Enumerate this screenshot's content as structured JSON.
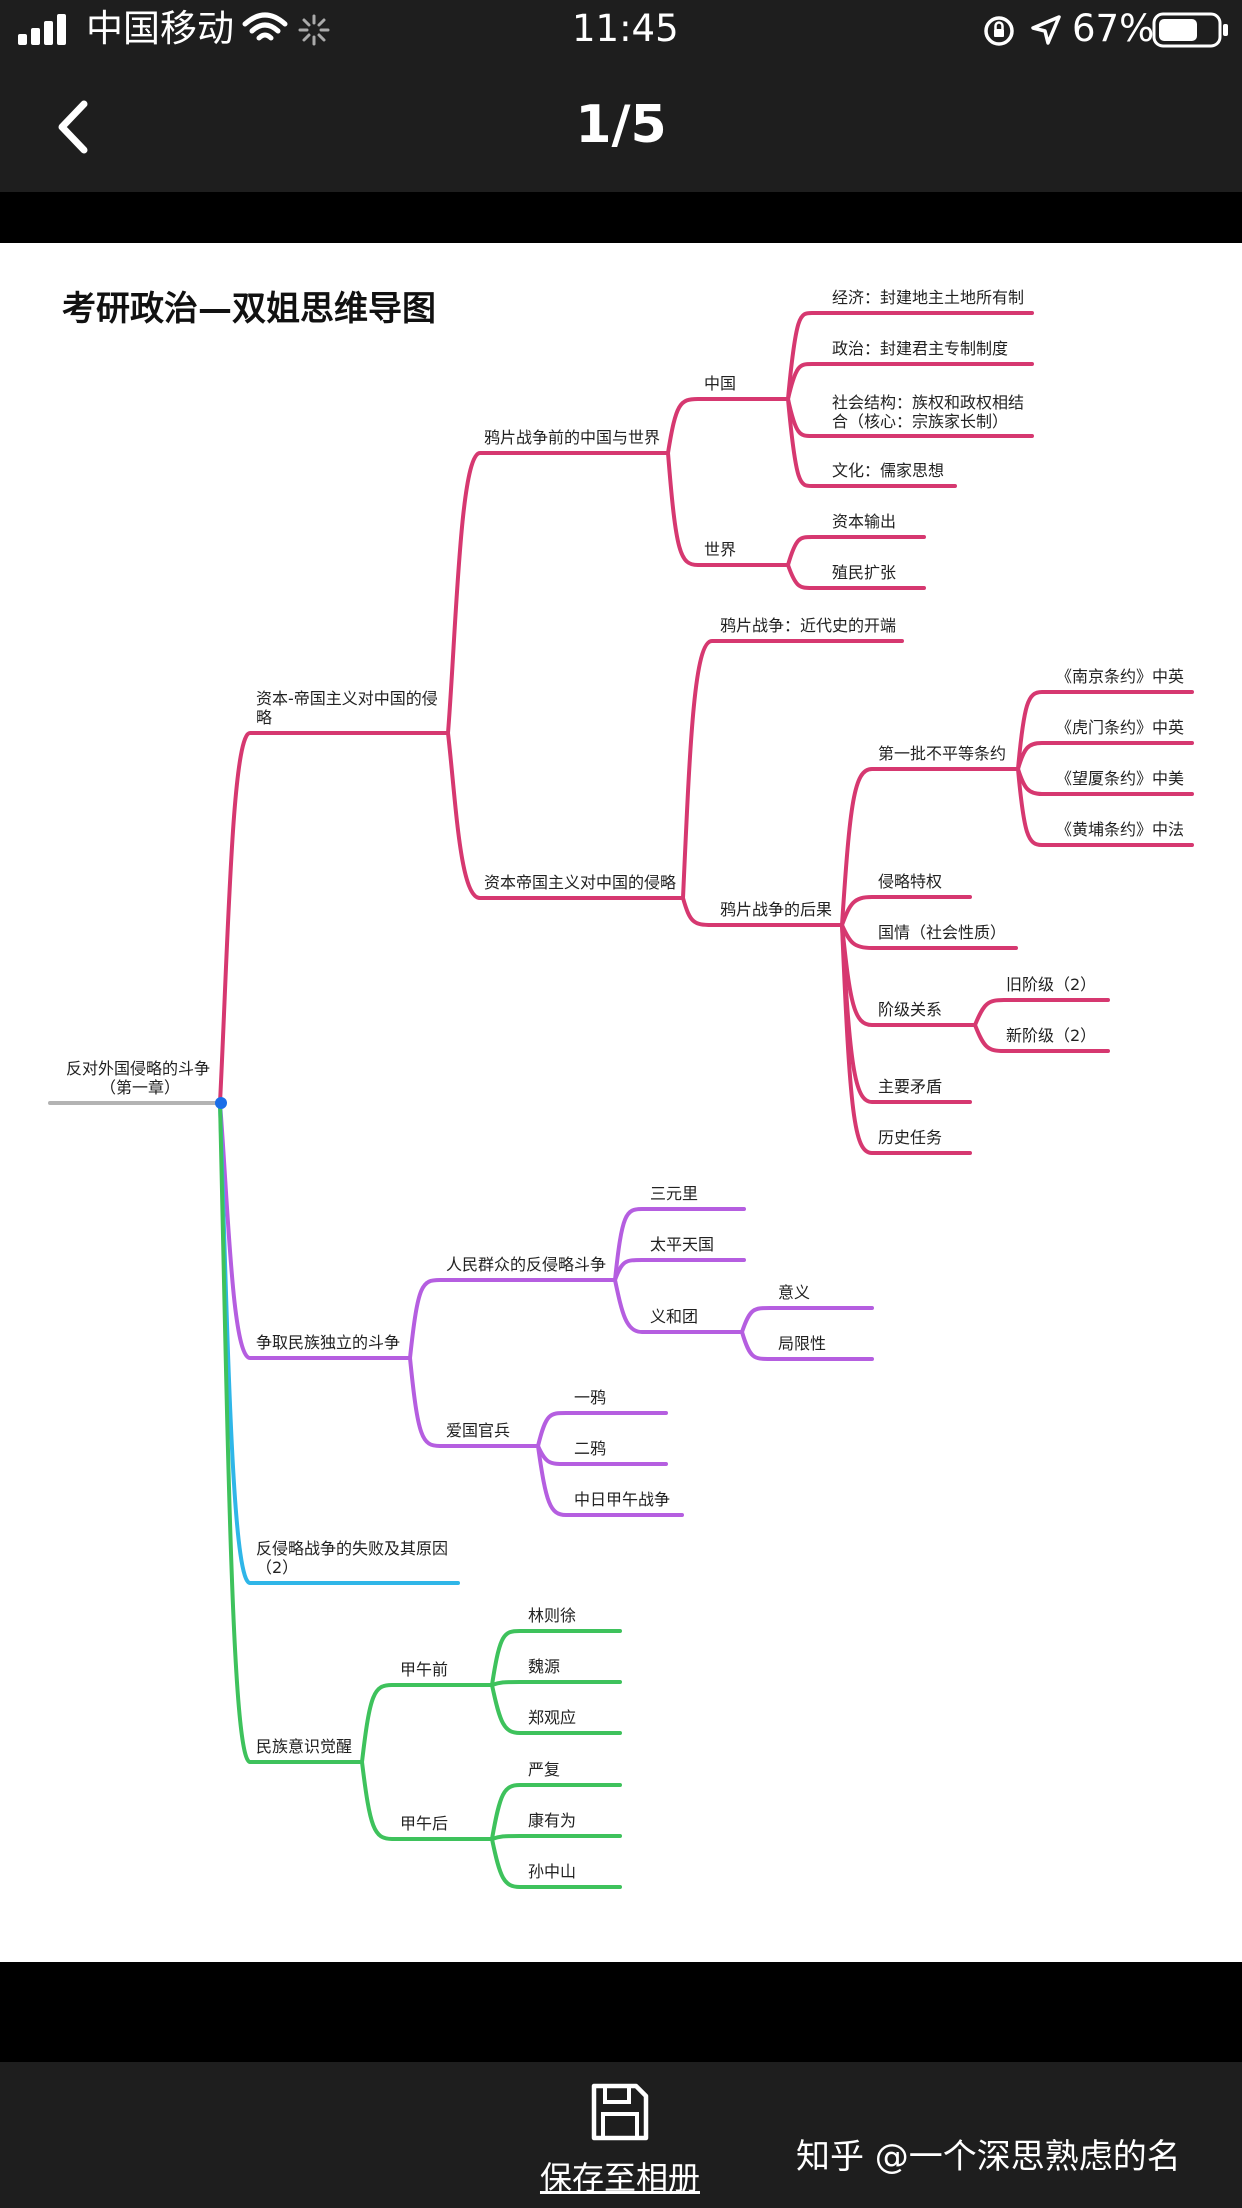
{
  "status_bar": {
    "carrier": "中国移动",
    "time": "11:45",
    "battery": "67%",
    "icons": [
      "signal-icon",
      "wifi-icon",
      "loading-icon",
      "orientation-lock-icon",
      "location-icon",
      "battery-icon"
    ]
  },
  "nav": {
    "back_icon": "chevron-left-icon",
    "page_indicator": "1/5"
  },
  "bottom": {
    "save_icon": "floppy-disk-icon",
    "save_label": "保存至相册",
    "watermark": "知乎 @一个深思熟虑的名"
  },
  "mindmap": {
    "title": "考研政治—双姐思维导图",
    "root": "反对外国侵略的斗争",
    "root_sub": "（第一章）",
    "colors": {
      "red": "#d63870",
      "purple": "#b55ee0",
      "blue": "#2fb6e8",
      "green": "#3ec25c",
      "gray": "#b3b3b3",
      "node": "#1a6ee8"
    },
    "n1": "资本-帝国主义对中国的侵",
    "n1_line2": "略",
    "n1a": "鸦片战争前的中国与世界",
    "n1a_china": "中国",
    "n1a_china_items": [
      "经济：封建地主土地所有制",
      "政治：封建君主专制制度"
    ],
    "n1a_china_social_l1": "社会结构：族权和政权相结",
    "n1a_china_social_l2": "合（核心：宗族家长制）",
    "n1a_china_culture": "文化：儒家思想",
    "n1a_world": "世界",
    "n1a_world_items": [
      "资本输出",
      "殖民扩张"
    ],
    "n1b": "资本帝国主义对中国的侵略",
    "n1b_start": "鸦片战争：近代史的开端",
    "n1b_result": "鸦片战争的后果",
    "n1b_treaties": "第一批不平等条约",
    "n1b_treaty_items": [
      "《南京条约》中英",
      "《虎门条约》中英",
      "《望厦条约》中美",
      "《黄埔条约》中法"
    ],
    "n1b_privilege": "侵略特权",
    "n1b_situation": "国情（社会性质）",
    "n1b_class": "阶级关系",
    "n1b_class_items": [
      "旧阶级（2）",
      "新阶级（2）"
    ],
    "n1b_contradiction": "主要矛盾",
    "n1b_task": "历史任务",
    "n2": "争取民族独立的斗争",
    "n2a": "人民群众的反侵略斗争",
    "n2a_items": [
      "三元里",
      "太平天国"
    ],
    "n2a_boxer": "义和团",
    "n2a_boxer_items": [
      "意义",
      "局限性"
    ],
    "n2b": "爱国官兵",
    "n2b_items": [
      "一鸦",
      "二鸦",
      "中日甲午战争"
    ],
    "n3": "反侵略战争的失败及其原因",
    "n3_line2": "（2）",
    "n4": "民族意识觉醒",
    "n4a": "甲午前",
    "n4a_items": [
      "林则徐",
      "魏源",
      "郑观应"
    ],
    "n4b": "甲午后",
    "n4b_items": [
      "严复",
      "康有为",
      "孙中山"
    ]
  }
}
